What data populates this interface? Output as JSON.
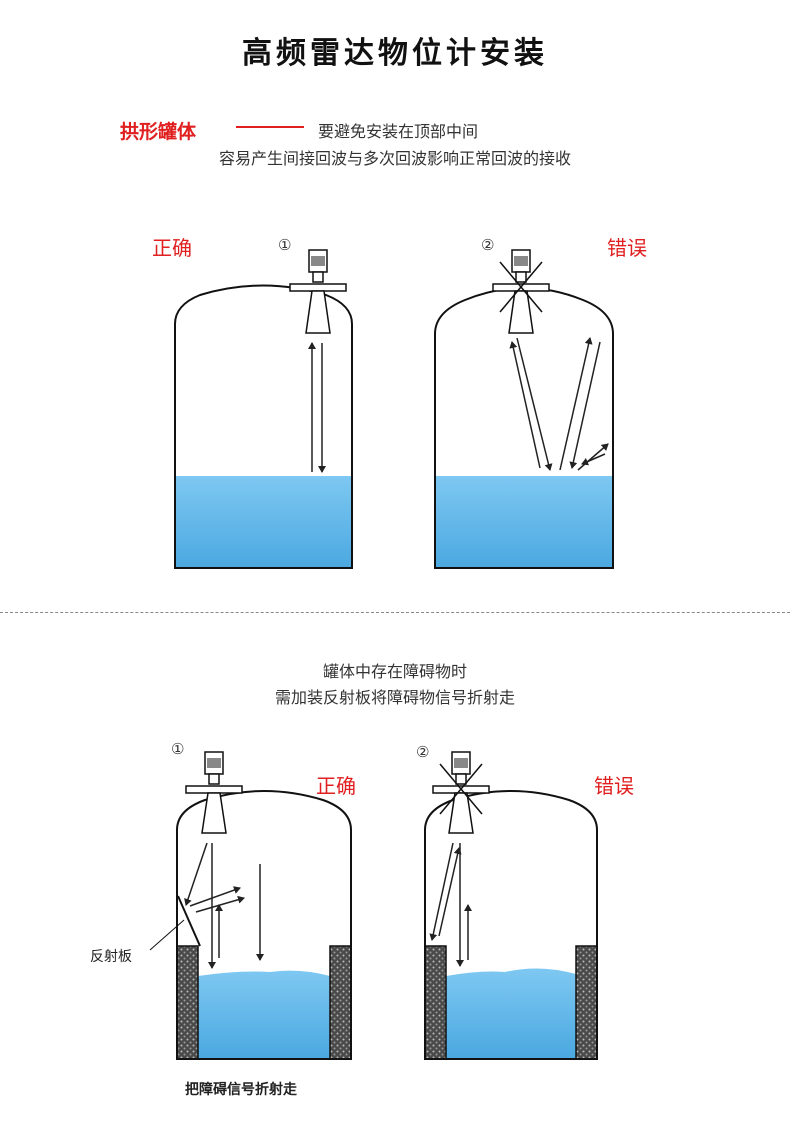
{
  "title": "高频雷达物位计安装",
  "dome_section": {
    "label": "拱形罐体",
    "note_line1": "要避免安装在顶部中间",
    "note_line2": "容易产生间接回波与多次回波影响正常回波的接收",
    "left": {
      "number": "①",
      "verdict": "正确"
    },
    "right": {
      "number": "②",
      "verdict": "错误"
    }
  },
  "obstacle_section": {
    "note_line1": "罐体中存在障碍物时",
    "note_line2": "需加装反射板将障碍物信号折射走",
    "left": {
      "number": "①",
      "verdict": "正确"
    },
    "right": {
      "number": "②",
      "verdict": "错误"
    },
    "reflector_label": "反射板",
    "obstacle_label": "把障碍信号折射走"
  },
  "colors": {
    "accent_red": "#e02020",
    "liquid_top": "#7ec8f2",
    "liquid_bottom": "#4aa8e0",
    "tank_outline": "#111111"
  }
}
